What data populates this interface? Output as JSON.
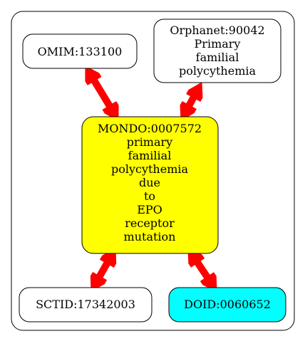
{
  "colors": {
    "edge": "#ff0000",
    "center_fill": "#ffff00",
    "doid_fill": "#00ffff",
    "default_fill": "#ffffff",
    "stroke": "#000000"
  },
  "nodes": {
    "omim": {
      "lines": [
        "OMIM:133100"
      ]
    },
    "orphanet": {
      "lines": [
        "Orphanet:90042",
        "Primary",
        "familial",
        "polycythemia"
      ]
    },
    "mondo": {
      "lines": [
        "MONDO:0007572",
        "primary",
        "familial",
        "polycythemia",
        "due",
        "to",
        "EPO",
        "receptor",
        "mutation"
      ]
    },
    "sctid": {
      "lines": [
        "SCTID:17342003"
      ]
    },
    "doid": {
      "lines": [
        "DOID:0060652"
      ]
    }
  }
}
